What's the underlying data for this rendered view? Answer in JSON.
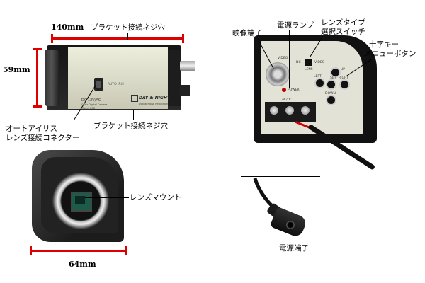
{
  "side_view": {
    "width_dim": "140mm",
    "height_dim": "59mm",
    "top_callout": "ブラケット接続ネジ穴",
    "bottom_callout": "ブラケット接続ネジ穴",
    "left_callout_line1": "オートアイリス",
    "left_callout_line2": "レンズ接続コネクター",
    "auto_iris_label": "AUTO IRIS",
    "brand_text": "DAY & NIGHT",
    "brand_sub": "Digital Noise Reduction",
    "dc_label": "DC 12V/AC",
    "model_line": "Color Digital Camera",
    "model_no": "Model CCD"
  },
  "rear_view": {
    "video_out_label": "映像端子",
    "power_lamp_label": "電源ランプ",
    "lens_switch_label_line1": "レンズタイプ",
    "lens_switch_label_line2": "選択スイッチ",
    "cross_key_label_line1": "十字キー",
    "cross_key_label_line2": "メニューボタン",
    "video_text": "VIDEO",
    "dc_text": "DC",
    "lens_text": "LENS",
    "video_switch_text": "VIDEO",
    "power_text": "POWER",
    "up_text": "UP",
    "left_text": "LEFT",
    "set_text": "SET",
    "right_text": "RIGHT",
    "down_text": "DOWN",
    "terminal_text": "AC/DC"
  },
  "front_view": {
    "mount_label": "レンズマウント",
    "width_dim": "64mm"
  },
  "cable_view": {
    "power_jack_label": "電源端子"
  }
}
